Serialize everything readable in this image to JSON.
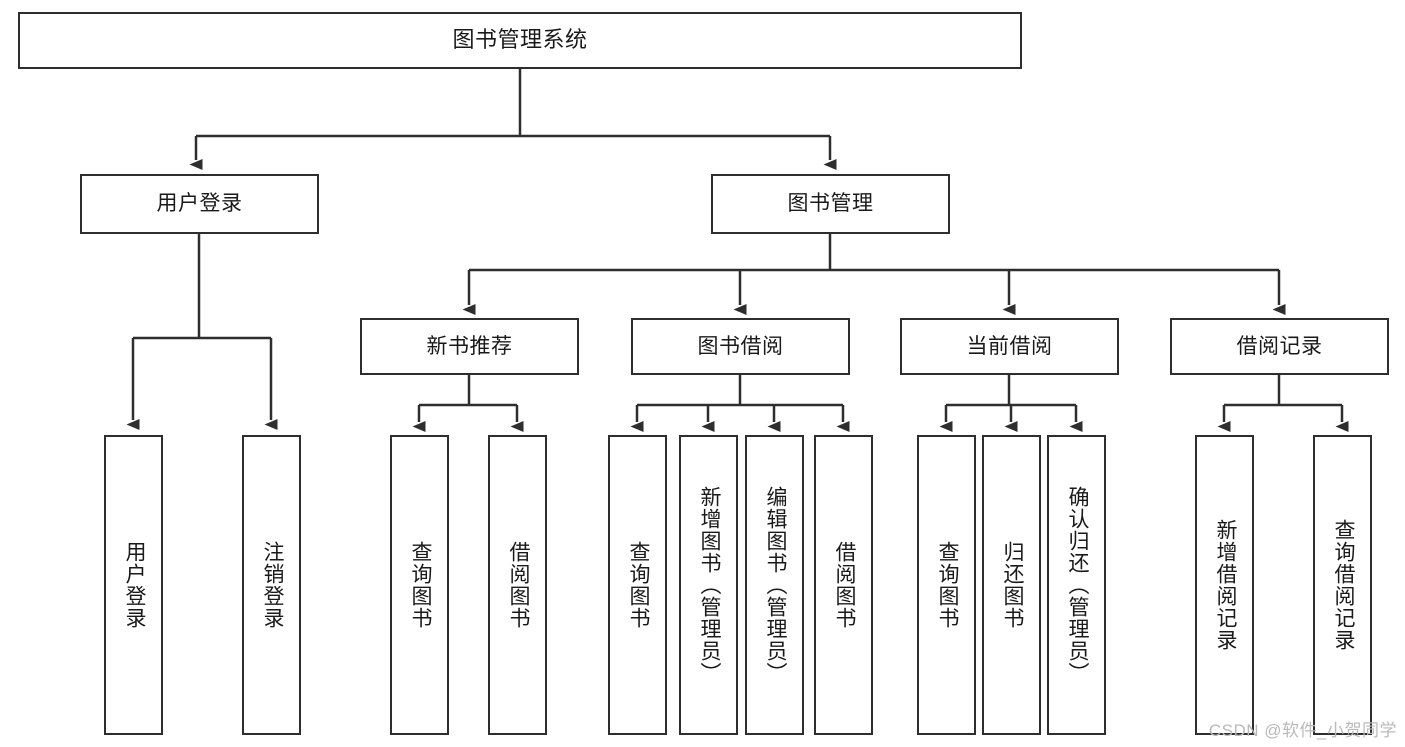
{
  "diagram": {
    "title": "图书管理系统",
    "type": "tree",
    "root": {
      "label": "图书管理系统"
    },
    "level2": [
      {
        "label": "用户登录"
      },
      {
        "label": "图书管理"
      }
    ],
    "level3": [
      {
        "label": "新书推荐"
      },
      {
        "label": "图书借阅"
      },
      {
        "label": "当前借阅"
      },
      {
        "label": "借阅记录"
      }
    ],
    "leaves": {
      "user_login": [
        {
          "label": "用户登录"
        },
        {
          "label": "注销登录"
        }
      ],
      "new_book_recommend": [
        {
          "label": "查询图书"
        },
        {
          "label": "借阅图书"
        }
      ],
      "book_borrow": [
        {
          "label": "查询图书"
        },
        {
          "label": "新增图书（管理员）"
        },
        {
          "label": "编辑图书（管理员）"
        },
        {
          "label": "借阅图书"
        }
      ],
      "current_borrow": [
        {
          "label": "查询图书"
        },
        {
          "label": "归还图书"
        },
        {
          "label": "确认归还（管理员）"
        }
      ],
      "borrow_record": [
        {
          "label": "新增借阅记录"
        },
        {
          "label": "查询借阅记录"
        }
      ]
    }
  },
  "watermark": {
    "text": "CSDN @软件_小贺同学"
  },
  "colors": {
    "stroke": "#2e2e2e",
    "fill": "#ffffff",
    "text": "#1a1a1a",
    "watermark": "#b9b9b9"
  }
}
